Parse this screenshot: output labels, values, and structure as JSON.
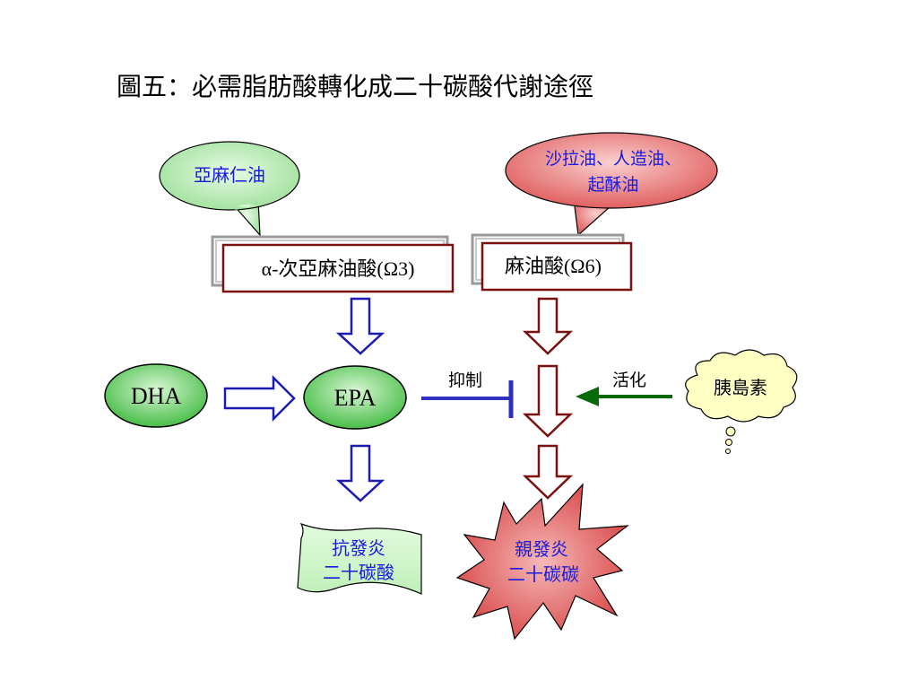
{
  "title": "圖五：必需脂肪酸轉化成二十碳酸代謝途徑",
  "bubbles": {
    "flax_oil": "亞麻仁油",
    "salad_oil_line1": "沙拉油、人造油、",
    "salad_oil_line2": "起酥油"
  },
  "boxes": {
    "omega3": "α-次亞麻油酸(Ω3)",
    "omega6": "麻油酸(Ω6)"
  },
  "nodes": {
    "dha": "DHA",
    "epa": "EPA"
  },
  "labels": {
    "inhibit": "抑制",
    "activate": "活化",
    "insulin": "胰島素"
  },
  "outputs": {
    "anti_line1": "抗發炎",
    "anti_line2": "二十碳酸",
    "pro_line1": "親發炎",
    "pro_line2": "二十碳碳"
  },
  "colors": {
    "green_fill": "#c6f0c2",
    "red_fill": "#f08c8c",
    "blue_arrow": "#1c1cb4",
    "dark_red": "#7a1010",
    "green_arrow": "#0a6a0a",
    "cloud_fill": "#ffffc4",
    "label_blue": "#1a1adc",
    "box_border": "#7a1010"
  },
  "icons": {
    "blue_arrow": "block-arrow-down-outline",
    "red_arrow": "block-arrow-down-outline",
    "inhibit": "inhibition-t-bar",
    "activate": "solid-arrow-left"
  }
}
